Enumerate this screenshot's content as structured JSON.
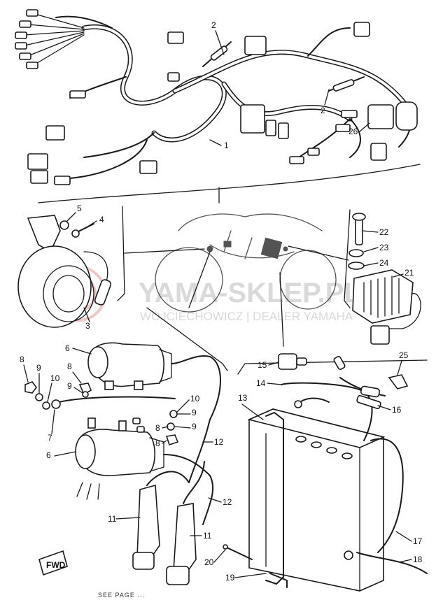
{
  "watermark": {
    "line1": "YAMA-SKLEP.PL",
    "line2": "WOJCIECHOWICZ | DEALER YAMAHA"
  },
  "direction_label": "FWD",
  "callouts": [
    "1",
    "2",
    "2",
    "3",
    "4",
    "5",
    "6",
    "6",
    "7",
    "8",
    "8",
    "8",
    "8",
    "9",
    "9",
    "9",
    "9",
    "10",
    "10",
    "11",
    "11",
    "12",
    "12",
    "13",
    "14",
    "15",
    "16",
    "17",
    "18",
    "19",
    "20",
    "21",
    "22",
    "23",
    "24",
    "25",
    "26"
  ],
  "footer_text": "SEE PAGE ..."
}
